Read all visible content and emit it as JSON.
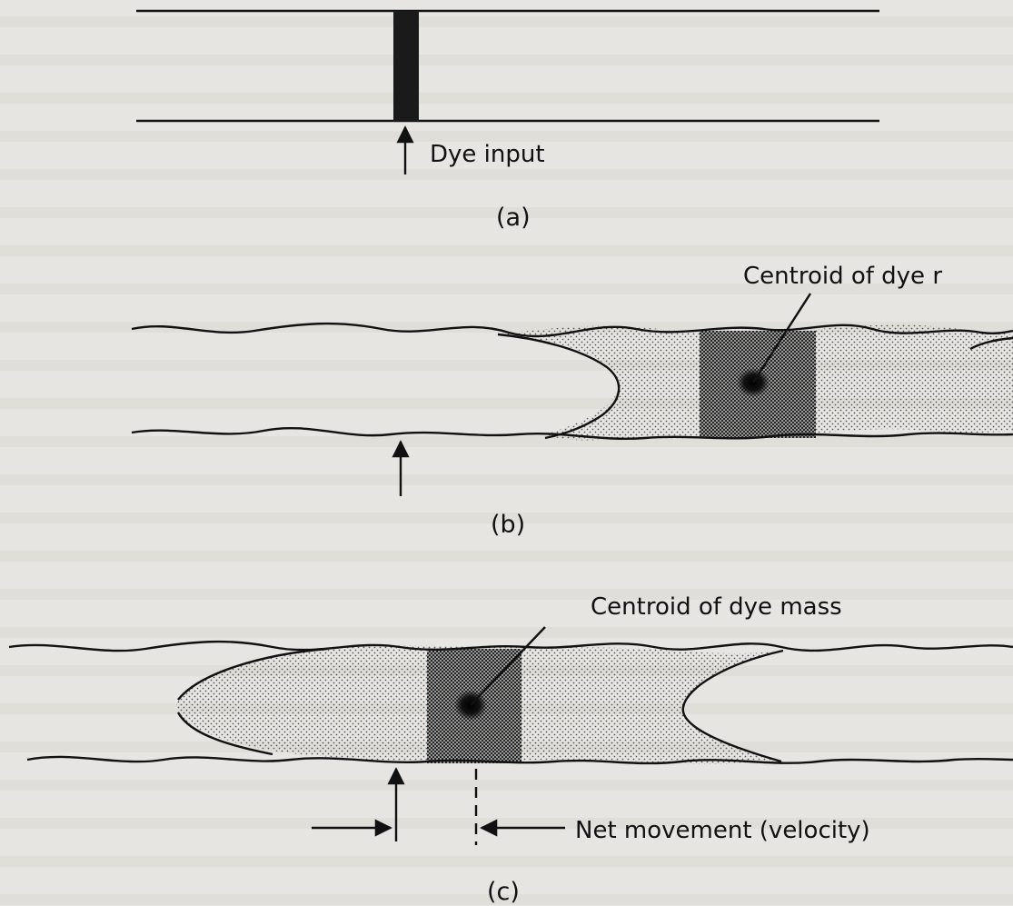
{
  "panel_a": {
    "arrow_label": "Dye input",
    "caption": "(a)"
  },
  "panel_b": {
    "callout_label": "Centroid of dye r",
    "caption": "(b)"
  },
  "panel_c": {
    "callout_label": "Centroid of dye mass",
    "velocity_label": "Net movement (velocity)",
    "caption": "(c)"
  },
  "colors": {
    "background": "#e7e5e1",
    "ink": "#111111"
  }
}
